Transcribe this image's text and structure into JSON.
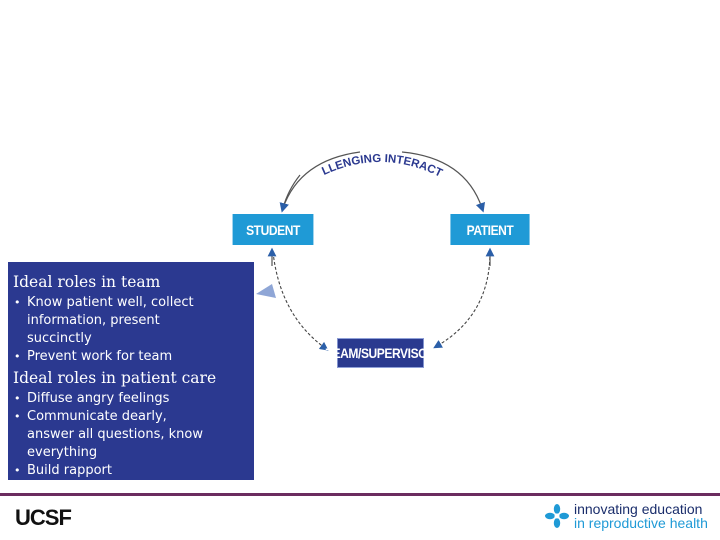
{
  "diagram": {
    "arc_label": "CHALLENGING INTERACTION",
    "nodes": {
      "student": "STUDENT",
      "patient": "PATIENT",
      "team": "TEAM/SUPERVISOR"
    }
  },
  "callout": {
    "team_heading": "Ideal roles in team",
    "team_items": [
      "Know patient well, collect information, present succinctly",
      "Prevent work for team"
    ],
    "care_heading": "Ideal roles in patient care",
    "care_items": [
      "Diffuse angry feelings",
      "Communicate dearly, answer all questions, know everything",
      "Build rapport"
    ]
  },
  "footer": {
    "logo": "UCSF",
    "partner_line1": "innovating education",
    "partner_line2": "in reproductive health"
  },
  "colors": {
    "node_light": "#1f9ad6",
    "node_dark": "#2a3a8f",
    "callout_bg": "#2b3990",
    "footer_rule": "#6b2c5f"
  }
}
